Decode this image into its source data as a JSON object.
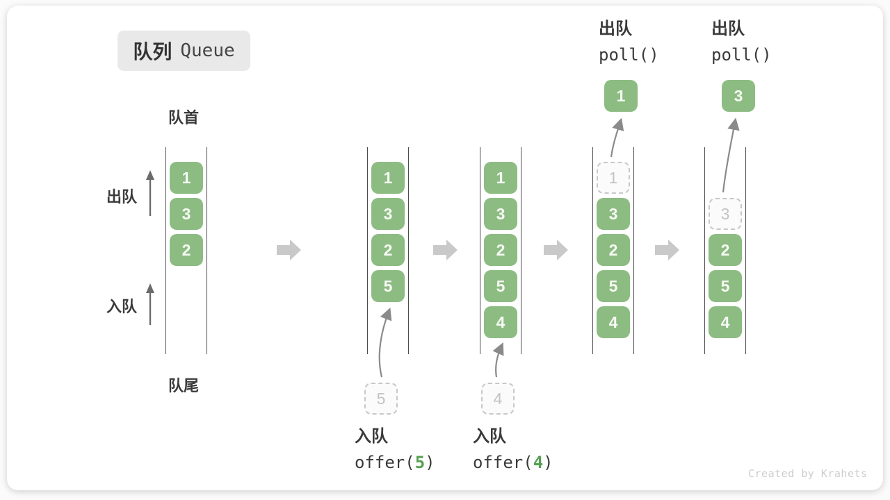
{
  "title": {
    "zh": "队列",
    "en": "Queue"
  },
  "side_labels": {
    "front": "队首",
    "rear": "队尾",
    "dequeue": "出队",
    "enqueue": "入队"
  },
  "queues": [
    {
      "slots": [
        {
          "value": "1",
          "state": "filled"
        },
        {
          "value": "3",
          "state": "filled"
        },
        {
          "value": "2",
          "state": "filled"
        }
      ]
    },
    {
      "slots": [
        {
          "value": "1",
          "state": "filled"
        },
        {
          "value": "3",
          "state": "filled"
        },
        {
          "value": "2",
          "state": "filled"
        },
        {
          "value": "5",
          "state": "filled"
        }
      ],
      "pending": {
        "value": "5"
      }
    },
    {
      "slots": [
        {
          "value": "1",
          "state": "filled"
        },
        {
          "value": "3",
          "state": "filled"
        },
        {
          "value": "2",
          "state": "filled"
        },
        {
          "value": "5",
          "state": "filled"
        },
        {
          "value": "4",
          "state": "filled"
        }
      ],
      "pending": {
        "value": "4"
      }
    },
    {
      "slots": [
        {
          "value": "1",
          "state": "ghost"
        },
        {
          "value": "3",
          "state": "filled"
        },
        {
          "value": "2",
          "state": "filled"
        },
        {
          "value": "5",
          "state": "filled"
        },
        {
          "value": "4",
          "state": "filled"
        }
      ],
      "result": {
        "value": "1"
      }
    },
    {
      "slots": [
        {
          "value": "3",
          "state": "ghost"
        },
        {
          "value": "2",
          "state": "filled"
        },
        {
          "value": "5",
          "state": "filled"
        },
        {
          "value": "4",
          "state": "filled"
        }
      ],
      "result": {
        "value": "3"
      }
    }
  ],
  "ops": {
    "enqueue": [
      {
        "action": "入队",
        "code_pre": "offer(",
        "arg": "5",
        "code_post": ")"
      },
      {
        "action": "入队",
        "code_pre": "offer(",
        "arg": "4",
        "code_post": ")"
      }
    ],
    "dequeue": [
      {
        "action": "出队",
        "code": "poll()"
      },
      {
        "action": "出队",
        "code": "poll()"
      }
    ]
  },
  "watermark": "Created by Krahets",
  "colors": {
    "box_green": "#8cbc82",
    "code_green": "#56a052",
    "ghost_border": "#c8c8c8",
    "ghost_text": "#c3c3c3",
    "wall": "#4c4c4c",
    "flow_arrow": "#c9c9c9",
    "small_arrow": "#6b6b6b",
    "curve_arrow": "#8a8a8a",
    "badge_bg": "#e9e9e9",
    "text": "#3a3a3a"
  }
}
